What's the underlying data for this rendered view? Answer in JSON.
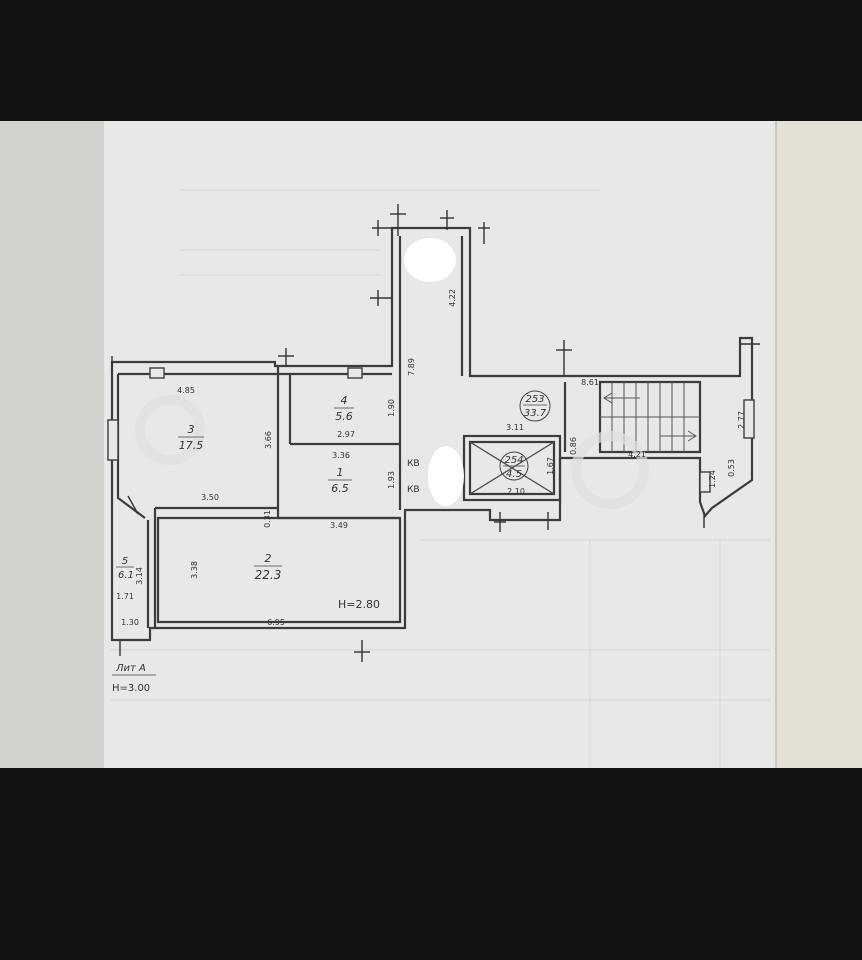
{
  "plan": {
    "rooms": [
      {
        "number": "1",
        "area": "6.5"
      },
      {
        "number": "2",
        "area": "22.3"
      },
      {
        "number": "3",
        "area": "17.5"
      },
      {
        "number": "4",
        "area": "5.6"
      },
      {
        "number": "5",
        "area": "6.1"
      },
      {
        "number": "253",
        "area": "33.7"
      },
      {
        "number": "254",
        "area": "4.5"
      }
    ],
    "dimensions": {
      "d_4_85": "4.85",
      "d_3_66": "3.66",
      "d_3_50": "3.50",
      "d_0_31": "0.31",
      "d_2_97": "2.97",
      "d_1_90": "1.90",
      "d_3_36": "3.36",
      "d_1_93": "1.93",
      "d_3_49": "3.49",
      "d_3_38": "3.38",
      "d_6_95": "6.95",
      "d_3_14": "3.14",
      "d_1_71": "1.71",
      "d_1_30": "1.30",
      "d_7_89": "7.89",
      "d_4_22": "4.22",
      "d_1_67": "1.67",
      "d_3_11": "3.11",
      "d_0_86": "0.86",
      "d_2_10": "2.10",
      "d_8_61": "8.61",
      "d_4_21": "4.21",
      "d_2_77": "2.77",
      "d_1_24": "1.24",
      "d_0_53": "0.53"
    },
    "labels": {
      "kv_top": "КВ",
      "kv_bottom": "КВ",
      "ceiling_height": "H=2.80",
      "sheet": "Лит А",
      "sheet_height": "H=3.00"
    }
  }
}
